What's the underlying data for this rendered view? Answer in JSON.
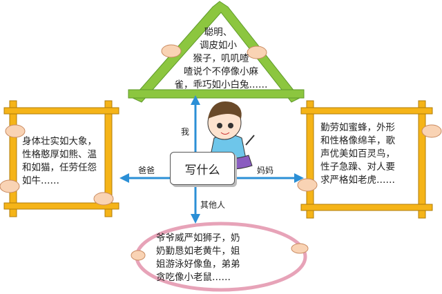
{
  "center": {
    "label": "写什么"
  },
  "arrows": {
    "up": "我",
    "left": "爸爸",
    "right": "妈妈",
    "down": "其他人"
  },
  "me": {
    "lines": [
      "聪明、",
      "调皮如小",
      "猴子，叽叽喳",
      "喳说个不停像小麻",
      "雀，乖巧如小白兔……"
    ]
  },
  "dad": {
    "lines": [
      "身体壮实如大象，",
      "性格憨厚如熊、温",
      "和如猫，任劳任怨",
      "如牛……"
    ]
  },
  "mom": {
    "lines": [
      "勤劳如蜜蜂，外形",
      "和性格像绵羊，歌",
      "声优美如百灵鸟，",
      "性子急躁、对人要",
      "求严格如老虎……"
    ]
  },
  "others": {
    "lines": [
      "爷爷威严如狮子，奶",
      "奶勤恳如老黄牛，姐",
      "姐游泳好像鱼，弟弟",
      "贪吃像小老鼠……"
    ]
  },
  "colors": {
    "arrow": "#2b8fd6",
    "triangle": "#8cc63f",
    "frame": "#f5b418",
    "ellipse": "#e7a3b8",
    "hand": "#f9d3b4"
  }
}
